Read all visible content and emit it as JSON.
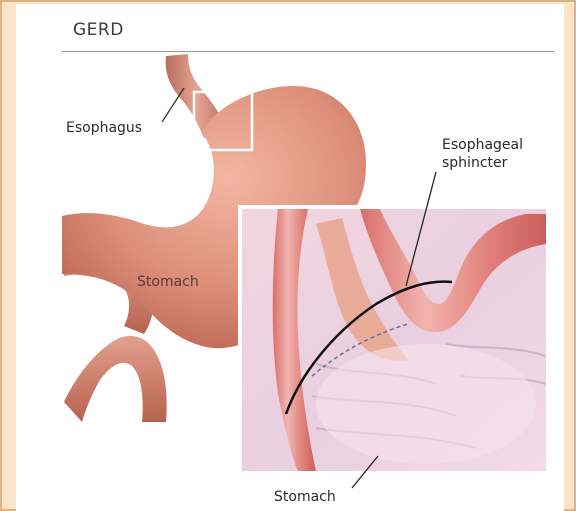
{
  "title": "GERD",
  "labels": {
    "esophagus": "Esophagus",
    "sphincter_line1": "Esophageal",
    "sphincter_line2": "sphincter",
    "stomach_main": "Stomach",
    "stomach_inset": "Stomach"
  },
  "colors": {
    "page_border": "#d9b48a",
    "page_background": "#fbe3c6",
    "panel_background": "#ffffff",
    "stomach_tissue": "#d98a78",
    "mucosa": "#e8c8d8",
    "callout_box": "#ffffff"
  }
}
